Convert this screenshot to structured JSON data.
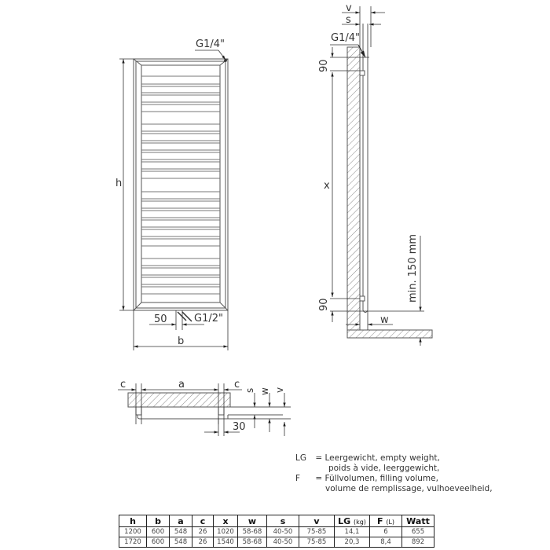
{
  "front_view": {
    "label_h": "h",
    "label_b": "b",
    "label_50": "50",
    "label_g12": "G1/2\"",
    "label_g14": "G1/4\""
  },
  "side_view": {
    "label_v": "v",
    "label_s": "s",
    "label_g14": "G1/4\"",
    "label_90_top": "90",
    "label_x": "x",
    "label_90_bottom": "90",
    "label_min150": "min. 150 mm",
    "label_w": "w"
  },
  "top_view": {
    "label_c_left": "c",
    "label_a": "a",
    "label_c_right": "c",
    "label_s": "s",
    "label_w": "w",
    "label_v": "v",
    "label_30": "30"
  },
  "legend": {
    "lg_key": "LG",
    "lg_line1": "= Leergewicht, empty weight,",
    "lg_line2": "poids à vide, leerggewicht,",
    "f_key": "F",
    "f_line1": "= Füllvolumen, filling volume,",
    "f_line2": "volume de remplissage, vulhoeveelheid,"
  },
  "table": {
    "headers": [
      {
        "label": "h",
        "unit": ""
      },
      {
        "label": "b",
        "unit": ""
      },
      {
        "label": "a",
        "unit": ""
      },
      {
        "label": "c",
        "unit": ""
      },
      {
        "label": "x",
        "unit": ""
      },
      {
        "label": "w",
        "unit": ""
      },
      {
        "label": "s",
        "unit": ""
      },
      {
        "label": "v",
        "unit": ""
      },
      {
        "label": "LG",
        "unit": "(kg)"
      },
      {
        "label": "F",
        "unit": "(L)"
      },
      {
        "label": "Watt",
        "unit": ""
      }
    ],
    "rows": [
      [
        "1200",
        "600",
        "548",
        "26",
        "1020",
        "58-68",
        "40-50",
        "75-85",
        "14,1",
        "6",
        "655"
      ],
      [
        "1720",
        "600",
        "548",
        "26",
        "1540",
        "58-68",
        "40-50",
        "75-85",
        "20,3",
        "8,4",
        "892"
      ]
    ]
  }
}
